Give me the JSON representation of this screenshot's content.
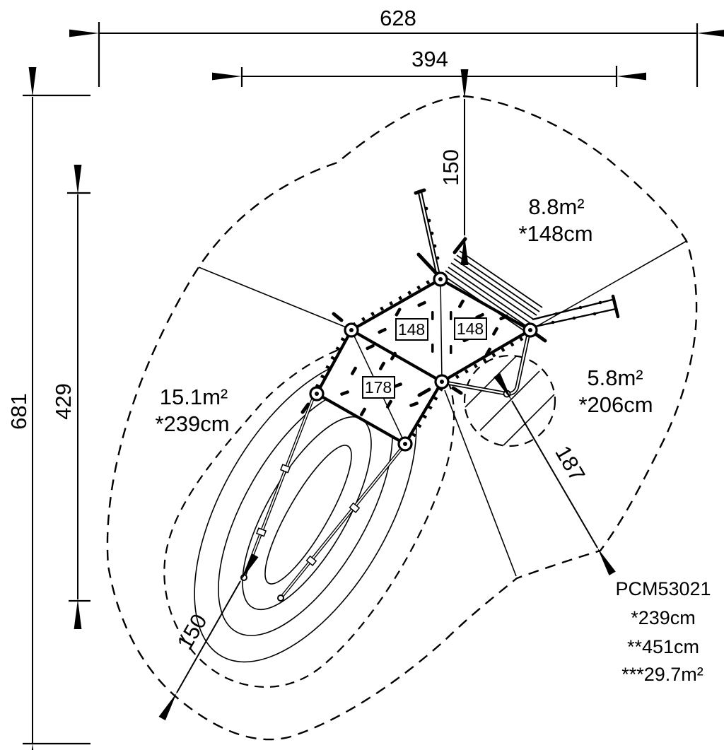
{
  "drawing": {
    "product": {
      "code": "PCM53021",
      "note_height": "*239cm",
      "note_total_height": "**451cm",
      "note_area": "***29.7m²"
    },
    "dimensions": {
      "overall_width": "628",
      "inner_width": "394",
      "overall_depth": "681",
      "inner_depth": "429",
      "top_clearance": "150",
      "slide_clearance": "150",
      "side_clearance": "187"
    },
    "zones": [
      {
        "area": "8.8m²",
        "fall_height": "*148cm"
      },
      {
        "area": "5.8m²",
        "fall_height": "*206cm"
      },
      {
        "area": "15.1m²",
        "fall_height": "*239cm"
      }
    ],
    "platforms": [
      {
        "label": "148"
      },
      {
        "label": "148"
      },
      {
        "label": "178"
      }
    ],
    "colors": {
      "line": "#000000",
      "background": "#ffffff"
    }
  }
}
